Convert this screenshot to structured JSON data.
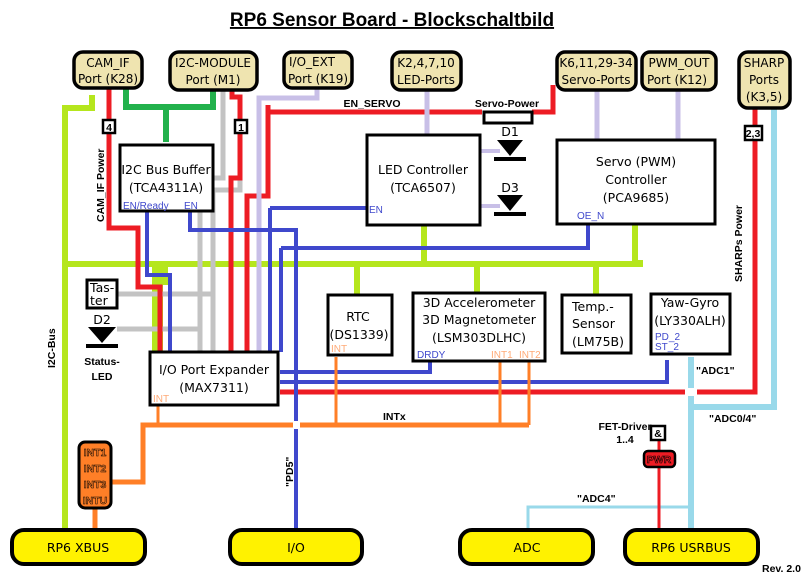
{
  "title": "RP6 Sensor Board - Blockschaltbild",
  "revision": "Rev. 2.0",
  "colors": {
    "power_red": "#ed1c24",
    "signal_blue": "#3f48cc",
    "i2c_lime": "#b5e61d",
    "i2c_module_green": "#22b14c",
    "gray": "#c3c3c3",
    "lavender": "#c8bfe7",
    "interrupt_orange": "#ff7f27",
    "adc_cyan": "#99d9ea",
    "port_fill": "#efe4b0",
    "bus_fill": "#fff200"
  },
  "ports": [
    {
      "id": "cam_if",
      "line1": "CAM_IF",
      "line2": "Port (K28)"
    },
    {
      "id": "i2c_module",
      "line1": "I2C-MODULE",
      "line2": "Port (M1)"
    },
    {
      "id": "io_ext",
      "line1": "I/O_EXT",
      "line2": "Port (K19)"
    },
    {
      "id": "led_ports",
      "line1": "K2,4,7,10",
      "line2": "LED-Ports"
    },
    {
      "id": "servo_ports",
      "line1": "K6,11,29-34",
      "line2": "Servo-Ports"
    },
    {
      "id": "pwm_out",
      "line1": "PWM_OUT",
      "line2": "Port (K12)"
    },
    {
      "id": "sharp",
      "line1": "SHARP",
      "line2": "Ports",
      "line3": "(K3,5)"
    }
  ],
  "chips": {
    "i2c_buffer": {
      "line1": "I2C Bus Buffer",
      "line2": "(TCA4311A)",
      "pin_en_ready": "EN/Ready",
      "pin_en": "EN"
    },
    "led_controller": {
      "line1": "LED Controller",
      "line2": "(TCA6507)",
      "pin_en": "EN"
    },
    "servo_controller": {
      "line1": "Servo (PWM)",
      "line2": "Controller",
      "line3": "(PCA9685)",
      "pin_oe": "OE_N"
    },
    "io_expander": {
      "line1": "I/O Port Expander",
      "line2": "(MAX7311)",
      "pin_int": "INT"
    },
    "rtc": {
      "line1": "RTC",
      "line2": "(DS1339)",
      "pin_int": "INT"
    },
    "accel": {
      "line1": "3D Accelerometer",
      "line2": "3D Magnetometer",
      "line3": "(LSM303DLHC)",
      "pin_drdy": "DRDY",
      "pin_int1": "INT1",
      "pin_int2": "INT2"
    },
    "temp": {
      "line1": "Temp.-",
      "line2": "Sensor",
      "line3": "(LM75B)"
    },
    "gyro": {
      "line1": "Yaw-Gyro",
      "line2": "(LY330ALH)",
      "pin_pd": "PD_2",
      "pin_st": "ST_2"
    },
    "taster": {
      "line1": "Tas-",
      "line2": "ter"
    }
  },
  "diodes": {
    "d1": "D1",
    "d2": "D2",
    "d3": "D3",
    "status_led_line1": "Status-",
    "status_led_line2": "LED"
  },
  "labels": {
    "en_servo": "EN_SERVO",
    "servo_power": "Servo-Power",
    "cam_if_power": "CAM_IF Power",
    "sharps_power": "SHARPs Power",
    "i2c_bus": "I2C-Bus",
    "intx": "INTx",
    "pd5": "\"PD5\"",
    "adc1": "\"ADC1\"",
    "adc04": "\"ADC0/4\"",
    "adc4": "\"ADC4\"",
    "fet_driver_line1": "FET-Driver",
    "fet_driver_line2": "1..4",
    "and_gate": "&",
    "pwr": "PWR",
    "badge_4": "4",
    "badge_1": "1",
    "badge_23": "2,3"
  },
  "interrupts": [
    "INT1",
    "INT2",
    "INT3",
    "INTU"
  ],
  "buses": {
    "xbus": "RP6 XBUS",
    "io": "I/O",
    "adc": "ADC",
    "usrbus": "RP6 USRBUS"
  }
}
